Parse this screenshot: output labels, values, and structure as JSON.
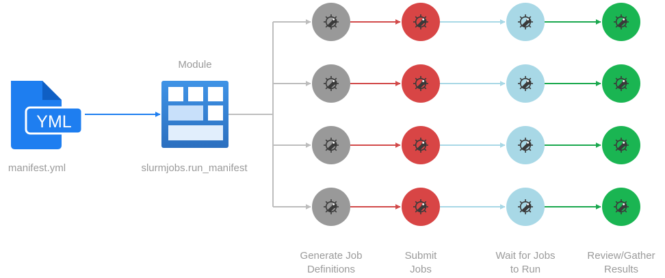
{
  "file": {
    "badge": "YML",
    "label": "manifest.yml",
    "icon": "yaml-file-icon",
    "color": "#1e7ef0"
  },
  "module": {
    "title": "Module",
    "label": "slurmjobs.run_manifest",
    "icon": "module-grid-icon",
    "color": "#3a8fe0"
  },
  "stages": [
    {
      "line1": "Generate Job",
      "line2": "Definitions",
      "color": "#999999",
      "arrow_color": "#d24a4a"
    },
    {
      "line1": "Submit",
      "line2": "Jobs",
      "color": "#d84545",
      "arrow_color": "#a8d8e6"
    },
    {
      "line1": "Wait for Jobs",
      "line2": "to Run",
      "color": "#a8d8e6",
      "arrow_color": "#1aa84e"
    },
    {
      "line1": "Review/Gather",
      "line2": "Results",
      "color": "#1ab552",
      "arrow_color": ""
    }
  ],
  "connector_color": "#bdbdbd",
  "lane_count": 4,
  "stage_icon": "wrench-gear-icon"
}
